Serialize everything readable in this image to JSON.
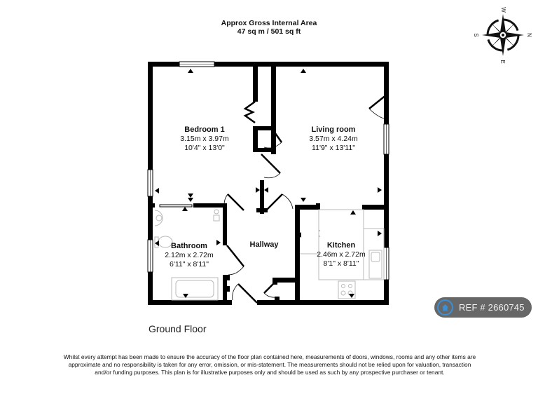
{
  "header": {
    "title": "Approx Gross Internal Area",
    "area": "47 sq m / 501 sq ft"
  },
  "compass": {
    "icon": "compass-rose-icon",
    "top": "W",
    "right": "N",
    "bottom": "E",
    "left": "S"
  },
  "rooms": [
    {
      "name": "Bedroom 1",
      "metric": "3.15m x 3.97m",
      "imperial": "10'4\" x 13'0\""
    },
    {
      "name": "Living room",
      "metric": "3.57m x 4.24m",
      "imperial": "11'9\" x 13'11\""
    },
    {
      "name": "Bathroom",
      "metric": "2.12m x 2.72m",
      "imperial": "6'11\" x 8'11\""
    },
    {
      "name": "Hallway"
    },
    {
      "name": "Kitchen",
      "metric": "2.46m x 2.72m",
      "imperial": "8'1\" x 8'11\""
    }
  ],
  "floor_label": "Ground Floor",
  "ref_badge": {
    "icon": "home-icon",
    "text": "REF # 2660745",
    "accent": "#3b8fd6"
  },
  "disclaimer": "Whilst every attempt has been made to ensure the accuracy of the floor plan contained here, measurements of doors, windows, rooms and any other items are approximate and no responsibility is taken for any error, omission, or mis-statement. The measurements should not be relied upon for valuation, transaction and/or funding purposes. This plan is for illustrative purposes only and should be used as such by any prospective purchaser or tenant.",
  "colors": {
    "wall": "#000000",
    "fixture": "#b8b8b8",
    "background": "#ffffff"
  }
}
